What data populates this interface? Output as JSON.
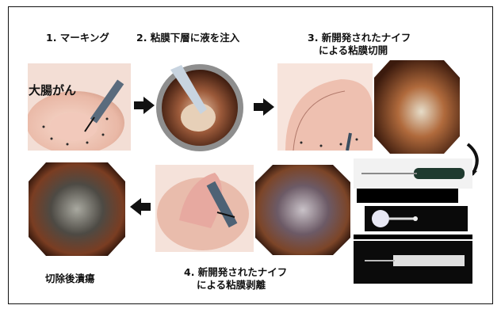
{
  "steps": {
    "step1": "1. マーキング",
    "step2": "2. 粘膜下層に液を注入",
    "step3_line1": "3. 新開発されたナイフ",
    "step3_line2": "による粘膜切開",
    "step4_line1": "4. 新開発されたナイフ",
    "step4_line2": "による粘膜剥離",
    "after": "切除後潰瘍"
  },
  "annotation": "大腸がん",
  "colors": {
    "frame": "#111111",
    "arrow": "#111111",
    "tissue_pink": "#efc6b6",
    "tissue_dark": "#5a2b18",
    "scope_ring": "#9a9a9a"
  },
  "icons": [
    "right-arrow-icon",
    "curved-arrow-icon",
    "left-arrow-icon"
  ]
}
